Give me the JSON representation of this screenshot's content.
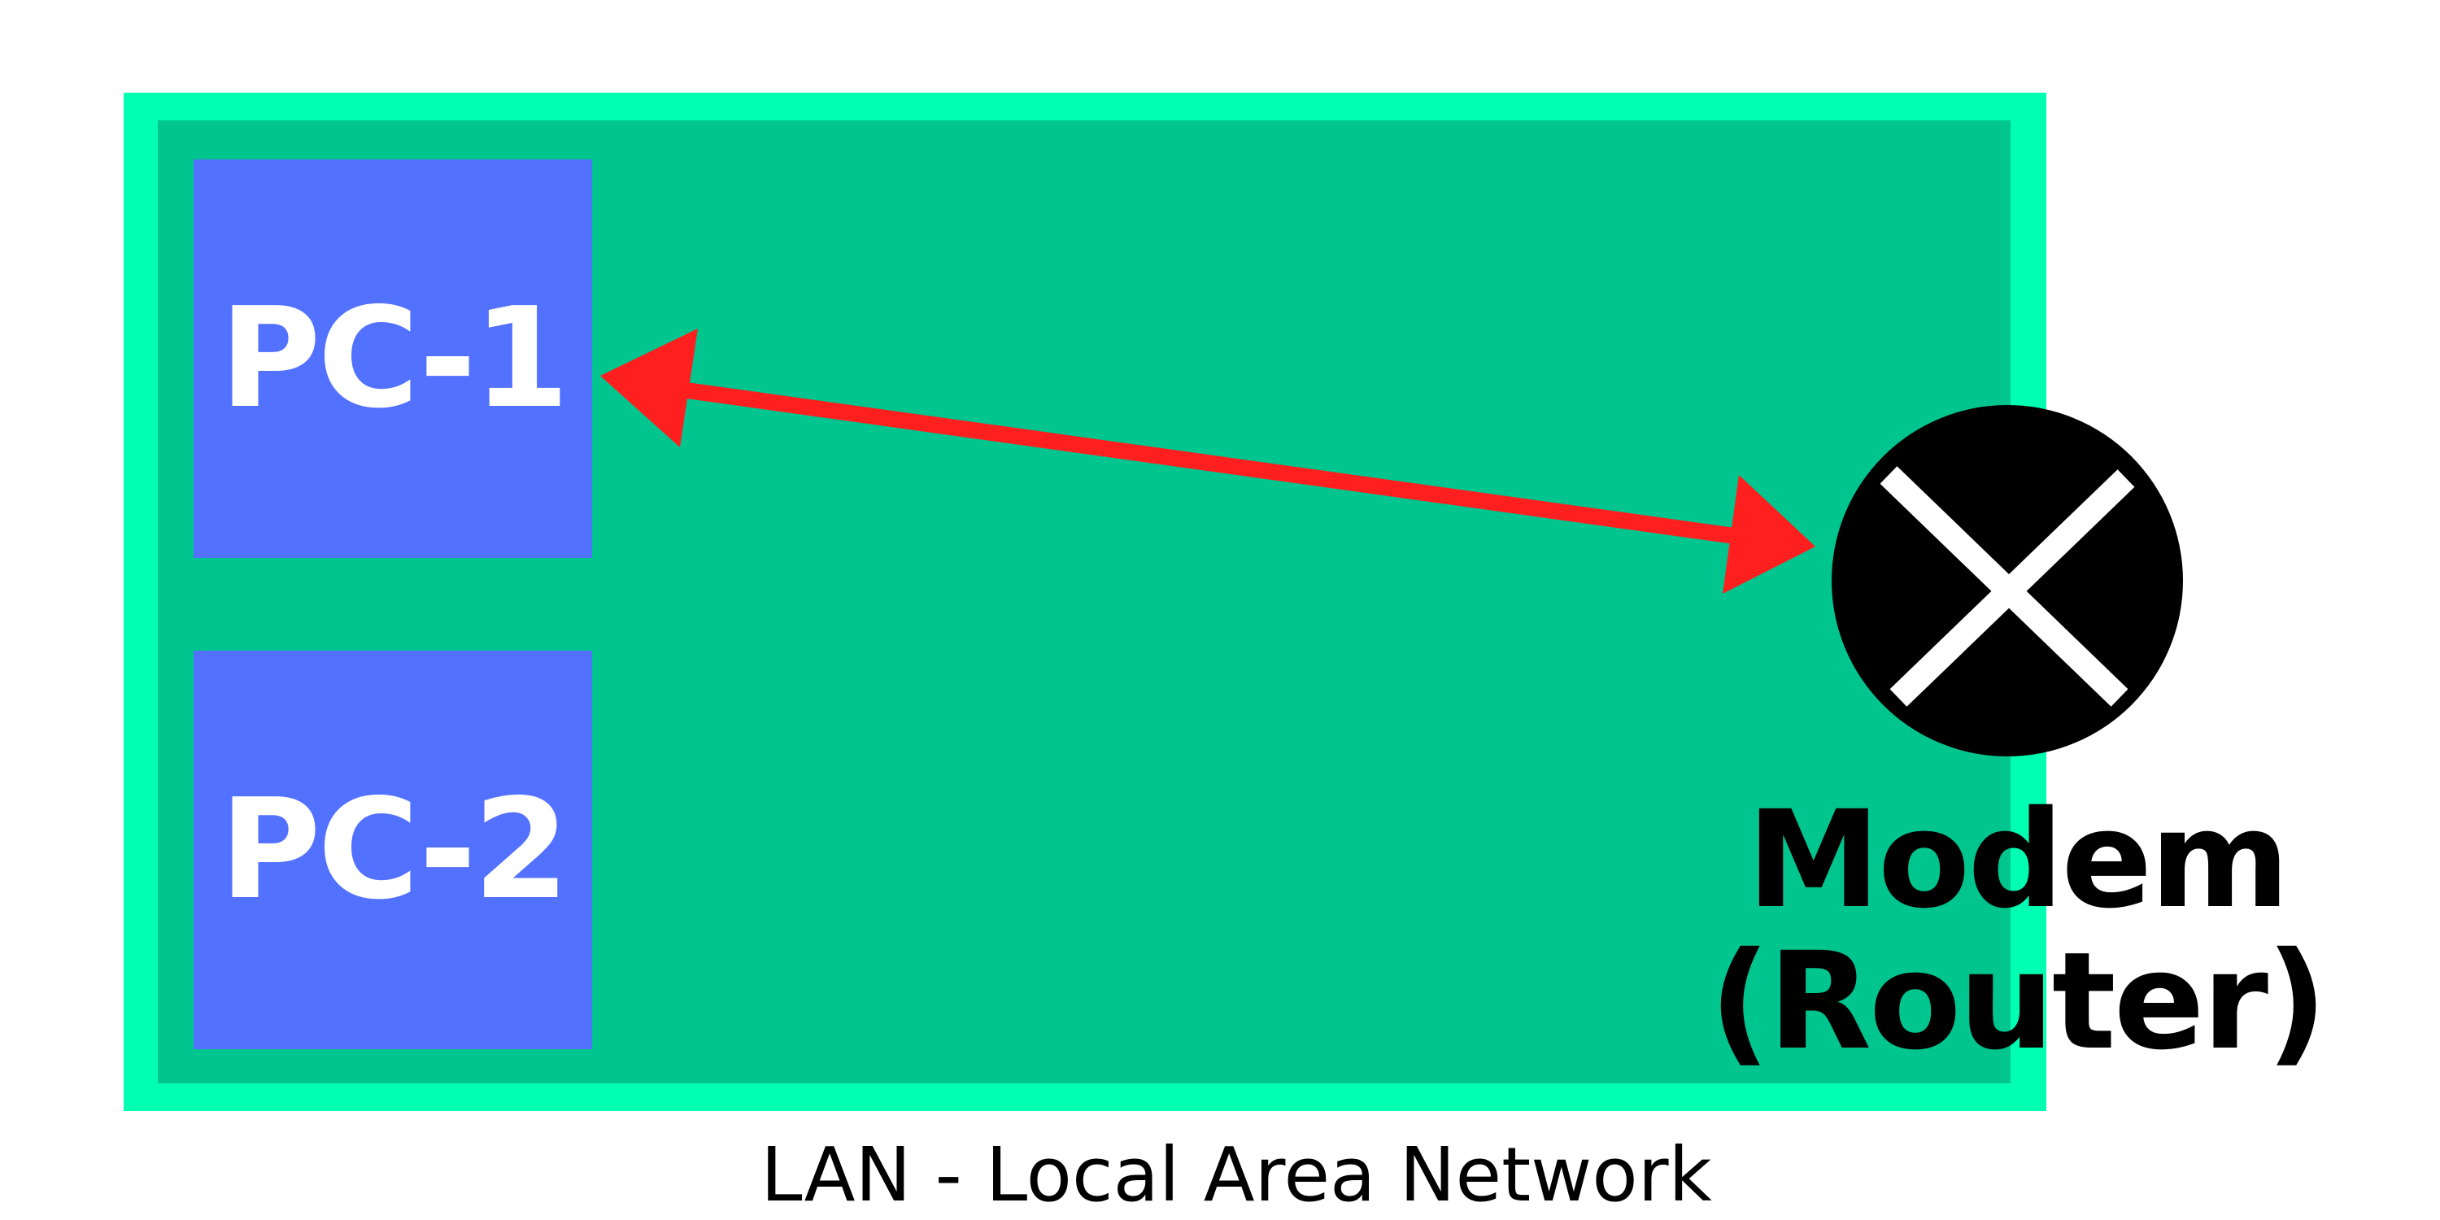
{
  "diagram": {
    "nodes": {
      "pc1": {
        "label": "PC-1"
      },
      "pc2": {
        "label": "PC-2"
      },
      "modem": {
        "label_line1": "Modem",
        "label_line2": "(Router)",
        "icon": "x-cross-icon"
      }
    },
    "edges": [
      {
        "from": "pc1",
        "to": "modem",
        "direction": "both",
        "color": "#ff1f1f"
      }
    ],
    "caption": "LAN - Local Area Network"
  },
  "colors": {
    "lan_border": "#00ffb3",
    "lan_fill": "#00c58e",
    "pc_fill": "#5271ff",
    "modem_fill": "#000000",
    "arrow": "#ff1f1f"
  }
}
